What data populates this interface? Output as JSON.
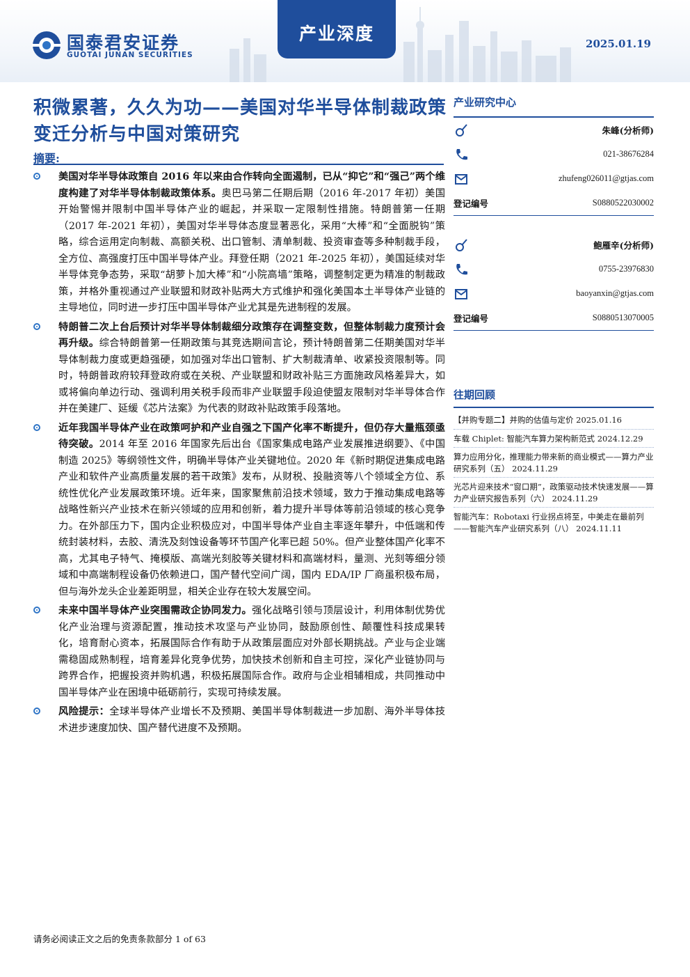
{
  "header": {
    "logo_cn": "国泰君安证券",
    "logo_en": "GUOTAI JUNAN SECURITIES",
    "tag": "产业深度",
    "date": "2025.01.19",
    "brand_color": "#1f4e9c"
  },
  "title": "积微累著，久久为功——美国对华半导体制裁政策变迁分析与中国对策研究",
  "abstract_label": "摘要:",
  "bullets": [
    {
      "bold": "美国对华半导体政策自 2016 年以来由合作转向全面遏制，已从“抑它”和“强己”两个维度构建了对华半导体制裁政策体系。",
      "text": "奥巴马第二任期后期（2016 年-2017 年初）美国开始警惕并限制中国半导体产业的崛起，并采取一定限制性措施。特朗普第一任期（2017 年-2021 年初），美国对华半导体态度显著恶化，采用“大棒”和“全面脱钩”策略，综合运用定向制裁、高额关税、出口管制、清单制裁、投资审查等多种制裁手段，全方位、高强度打压中国半导体产业。拜登任期（2021 年-2025 年初），美国延续对华半导体竞争态势，采取“胡萝卜加大棒”和“小院高墙”策略，调整制定更为精准的制裁政策，并格外重视通过产业联盟和财政补贴两大方式维护和强化美国本土半导体产业链的主导地位，同时进一步打压中国半导体产业尤其是先进制程的发展。"
    },
    {
      "bold": "特朗普二次上台后预计对华半导体制裁细分政策存在调整变数，但整体制裁力度预计会再升级。",
      "text": "综合特朗普第一任期政策与其竞选期间言论，预计特朗普第二任期美国对华半导体制裁力度或更趋强硬，如加强对华出口管制、扩大制裁清单、收紧投资限制等。同时，特朗普政府较拜登政府或在关税、产业联盟和财政补贴三方面施政风格差异大，如或将偏向单边行动、强调利用关税手段而非产业联盟手段迫使盟友限制对华半导体合作并在美建厂、延缓《芯片法案》为代表的财政补贴政策手段落地。"
    },
    {
      "bold": "近年我国半导体产业在政策呵护和产业自强之下国产化率不断提升，但仍存大量瓶颈亟待突破。",
      "text": "2014 年至 2016 年国家先后出台《国家集成电路产业发展推进纲要》、《中国制造 2025》等纲领性文件，明确半导体产业关键地位。2020 年《新时期促进集成电路产业和软件产业高质量发展的若干政策》发布，从财税、投融资等八个领域全方位、系统性优化产业发展政策环境。近年来，国家聚焦前沿技术领域，致力于推动集成电路等战略性新兴产业技术在新兴领域的应用和创新，着力提升半导体等前沿领域的核心竞争力。在外部压力下，国内企业积极应对，中国半导体产业自主率逐年攀升，中低端和传统封装材料，去胶、清洗及刻蚀设备等环节国产化率已超 50%。但产业整体国产化率不高，尤其电子特气、掩模版、高端光刻胶等关键材料和高端材料，量测、光刻等细分领域和中高端制程设备仍依赖进口，国产替代空间广阔，国内 EDA/IP 厂商虽积极布局，但与海外龙头企业差距明显，相关企业存在较大发展空间。"
    },
    {
      "bold": "未来中国半导体产业突围需政企协同发力。",
      "text": "强化战略引领与顶层设计，利用体制优势优化产业治理与资源配置，推动技术攻坚与产业协同，鼓励原创性、颠覆性科技成果转化，培育耐心资本，拓展国际合作有助于从政策层面应对外部长期挑战。产业与企业端需稳固成熟制程，培育差异化竞争优势，加快技术创新和自主可控，深化产业链协同与跨界合作，把握投资并购机遇，积极拓展国际合作。政府与企业相辅相成，共同推动中国半导体产业在困境中砥砺前行，实现可持续发展。"
    },
    {
      "bold": "风险提示：",
      "text": "全球半导体产业增长不及预期、美国半导体制裁进一步加剧、海外半导体技术进步速度加快、国产替代进度不及预期。"
    }
  ],
  "sidebar": {
    "heading": "产业研究中心",
    "analysts": [
      {
        "name": "朱峰(分析师)",
        "phone": "021-38676284",
        "email": "zhufeng026011@gtjas.com",
        "reg_label": "登记编号",
        "reg_no": "S0880522030002"
      },
      {
        "name": "鲍雁辛(分析师)",
        "phone": "0755-23976830",
        "email": "baoyanxin@gtjas.com",
        "reg_label": "登记编号",
        "reg_no": "S0880513070005"
      }
    ]
  },
  "past": {
    "heading": "往期回顾",
    "items": [
      "【并购专题二】并购的估值与定价 2025.01.16",
      "车载 Chiplet: 智能汽车算力架构新范式 2024.12.29",
      "算力应用分化，推理能力带来新的商业模式——算力产业研究系列（五） 2024.11.29",
      "光芯片迎来技术“窗口期”，政策驱动技术快速发展——算力产业研究报告系列（六） 2024.11.29",
      "智能汽车：Robotaxi 行业拐点将至，中美走在最前列——智能汽车产业研究系列（八） 2024.11.11"
    ]
  },
  "footer": "请务必阅读正文之后的免责条款部分 1 of 63"
}
